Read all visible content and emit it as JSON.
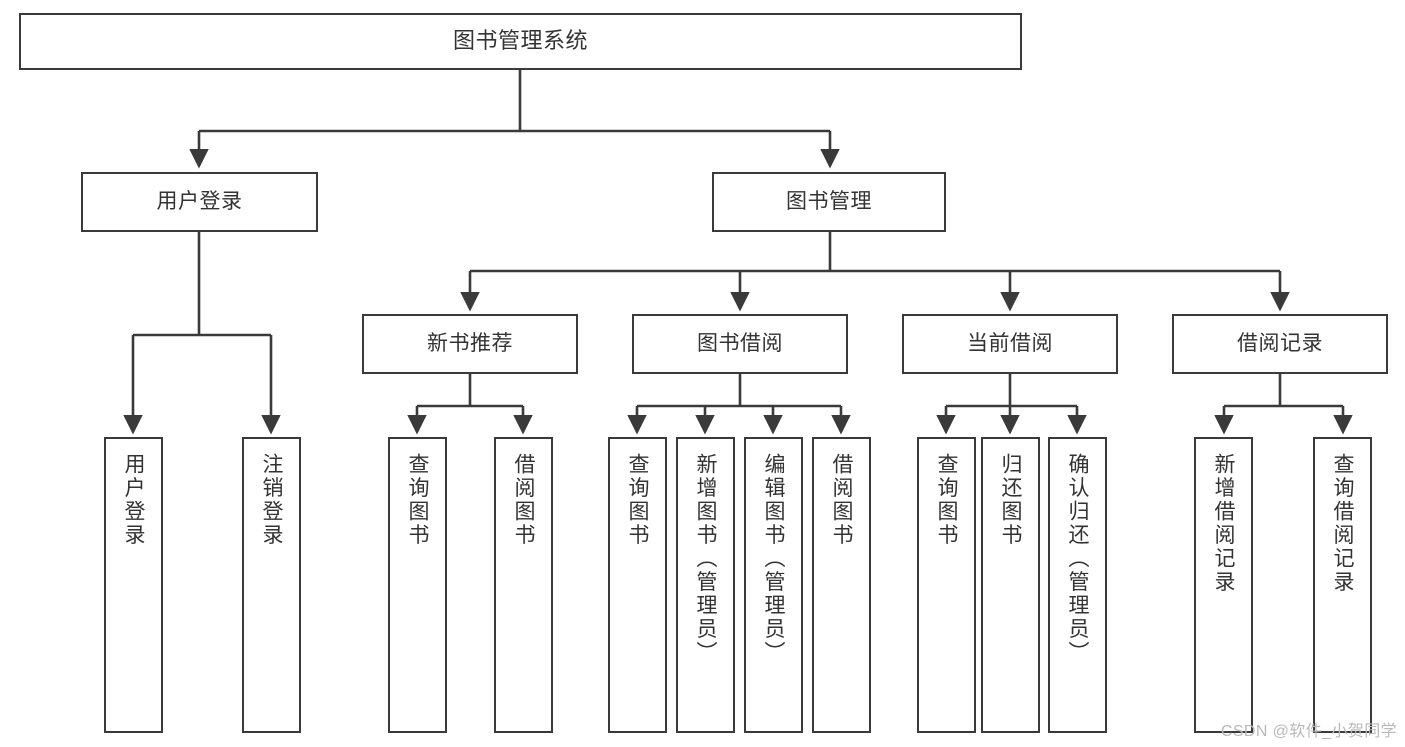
{
  "diagram": {
    "type": "tree",
    "title": "图书管理系统",
    "root": {
      "label": "图书管理系统"
    },
    "level1": [
      {
        "label": "用户登录"
      },
      {
        "label": "图书管理"
      }
    ],
    "level2": [
      {
        "label": "新书推荐"
      },
      {
        "label": "图书借阅"
      },
      {
        "label": "当前借阅"
      },
      {
        "label": "借阅记录"
      }
    ],
    "leaves": {
      "user_login": [
        {
          "label": "用户登录"
        },
        {
          "label": "注销登录"
        }
      ],
      "new_book_recommend": [
        {
          "label": "查询图书"
        },
        {
          "label": "借阅图书"
        }
      ],
      "book_borrow": [
        {
          "label": "查询图书"
        },
        {
          "label": "新增图书（管理员）"
        },
        {
          "label": "编辑图书（管理员）"
        },
        {
          "label": "借阅图书"
        }
      ],
      "current_borrow": [
        {
          "label": "查询图书"
        },
        {
          "label": "归还图书"
        },
        {
          "label": "确认归还（管理员）"
        }
      ],
      "borrow_record": [
        {
          "label": "新增借阅记录"
        },
        {
          "label": "查询借阅记录"
        }
      ]
    }
  },
  "watermark": {
    "text": "CSDN @软件_小贺同学"
  },
  "colors": {
    "border": "#3a3a3a",
    "text": "#333333",
    "background": "#ffffff",
    "watermark": "#b9b9b9"
  }
}
